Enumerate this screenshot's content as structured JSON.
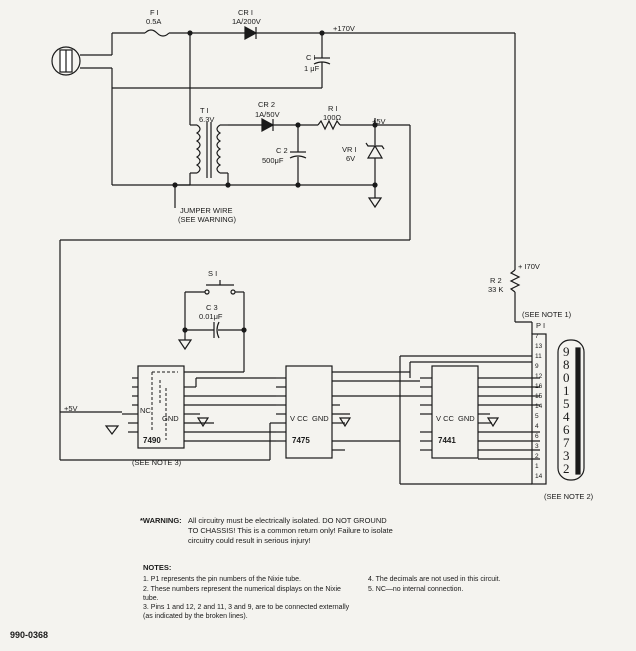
{
  "parts": {
    "f1": "F I",
    "f1_val": "0.5A",
    "cr1": "CR I",
    "cr1_val": "1A/200V",
    "v170": "+170V",
    "c1": "C I",
    "c1_val": "1 μF",
    "t1": "T I",
    "t1_val": "6.3V",
    "cr2": "CR 2",
    "cr2_val": "1A/50V",
    "r1": "R I",
    "r1_val": "100Ω",
    "v5": "+5V",
    "c2": "C 2",
    "c2_val": "500μF",
    "vr1": "VR I",
    "vr1_val": "6V",
    "jumper1": "JUMPER WIRE",
    "jumper2": "(SEE WARNING)",
    "s1": "S I",
    "c3": "C 3",
    "c3_val": "0.01μF",
    "r2": "R 2",
    "r2_val": "33 K",
    "v170b": "+ I70V",
    "see_note1": "(SEE NOTE 1)",
    "p1": "P I",
    "v5_left": "+5V",
    "ic1": "7490",
    "ic2": "7475",
    "ic3": "7441",
    "see_note3": "(SEE NOTE 3)",
    "see_note2": "(SEE NOTE 2)",
    "vcc": "V CC",
    "gnd": "GND",
    "nc": "NC"
  },
  "nixie": {
    "pins": [
      "7",
      "13",
      "11",
      "9",
      "12",
      "16",
      "15",
      "14",
      "5",
      "4",
      "6",
      "3",
      "2",
      "1",
      "14"
    ],
    "digits": [
      "9",
      "8",
      "0",
      "1",
      "5",
      "4",
      "6",
      "7",
      "3",
      "2"
    ]
  },
  "warning": {
    "head": "*WARNING:",
    "text": "All circuitry must be electrically isolated. DO NOT GROUND TO CHASSIS! This is a common return only! Failure to isolate circuitry could result in serious injury!"
  },
  "notes": {
    "title": "NOTES:",
    "items": [
      "1.  P1 represents the pin numbers of the Nixie tube.",
      "2.  These numbers represent the numerical displays on the Nixie tube.",
      "3.  Pins 1 and 12, 2 and 11, 3 and 9, are to be connected externally (as indicated by the broken lines).",
      "4.  The decimals are not used in this circuit.",
      "5.  NC—no internal connection."
    ]
  },
  "doc_number": "990-0368"
}
